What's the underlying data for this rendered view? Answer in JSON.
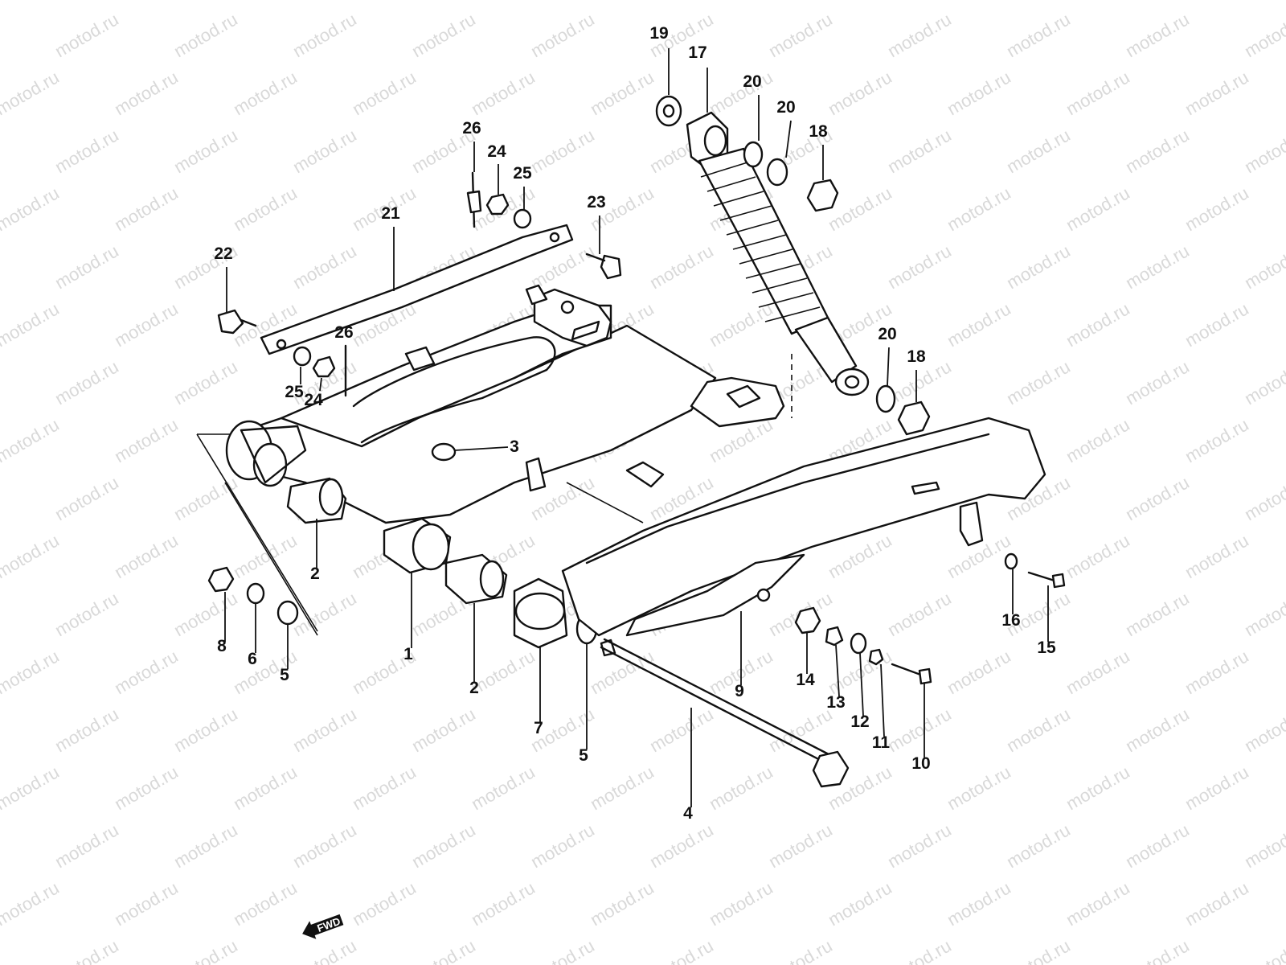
{
  "watermark": {
    "text": "motod.ru",
    "color": "#d9d9d9"
  },
  "diagram": {
    "type": "exploded parts diagram",
    "subject": "rear swingarm and shock absorber",
    "line_color": "#111111"
  },
  "callouts": [
    {
      "id": "c19",
      "text": "19"
    },
    {
      "id": "c17",
      "text": "17"
    },
    {
      "id": "c20a",
      "text": "20"
    },
    {
      "id": "c20b",
      "text": "20"
    },
    {
      "id": "c18a",
      "text": "18"
    },
    {
      "id": "c26a",
      "text": "26"
    },
    {
      "id": "c24a",
      "text": "24"
    },
    {
      "id": "c25a",
      "text": "25"
    },
    {
      "id": "c21",
      "text": "21"
    },
    {
      "id": "c23",
      "text": "23"
    },
    {
      "id": "c22",
      "text": "22"
    },
    {
      "id": "c26b",
      "text": "26"
    },
    {
      "id": "c25b",
      "text": "25"
    },
    {
      "id": "c24b",
      "text": "24"
    },
    {
      "id": "c20c",
      "text": "20"
    },
    {
      "id": "c18b",
      "text": "18"
    },
    {
      "id": "c3",
      "text": "3"
    },
    {
      "id": "c2a",
      "text": "2"
    },
    {
      "id": "c8",
      "text": "8"
    },
    {
      "id": "c6",
      "text": "6"
    },
    {
      "id": "c5a",
      "text": "5"
    },
    {
      "id": "c1",
      "text": "1"
    },
    {
      "id": "c2b",
      "text": "2"
    },
    {
      "id": "c7",
      "text": "7"
    },
    {
      "id": "c5b",
      "text": "5"
    },
    {
      "id": "c4",
      "text": "4"
    },
    {
      "id": "c9",
      "text": "9"
    },
    {
      "id": "c14",
      "text": "14"
    },
    {
      "id": "c13",
      "text": "13"
    },
    {
      "id": "c12",
      "text": "12"
    },
    {
      "id": "c11",
      "text": "11"
    },
    {
      "id": "c10",
      "text": "10"
    },
    {
      "id": "c16",
      "text": "16"
    },
    {
      "id": "c15",
      "text": "15"
    }
  ],
  "direction_badge": {
    "text": "FWD",
    "icon": "forward-arrow-icon"
  }
}
